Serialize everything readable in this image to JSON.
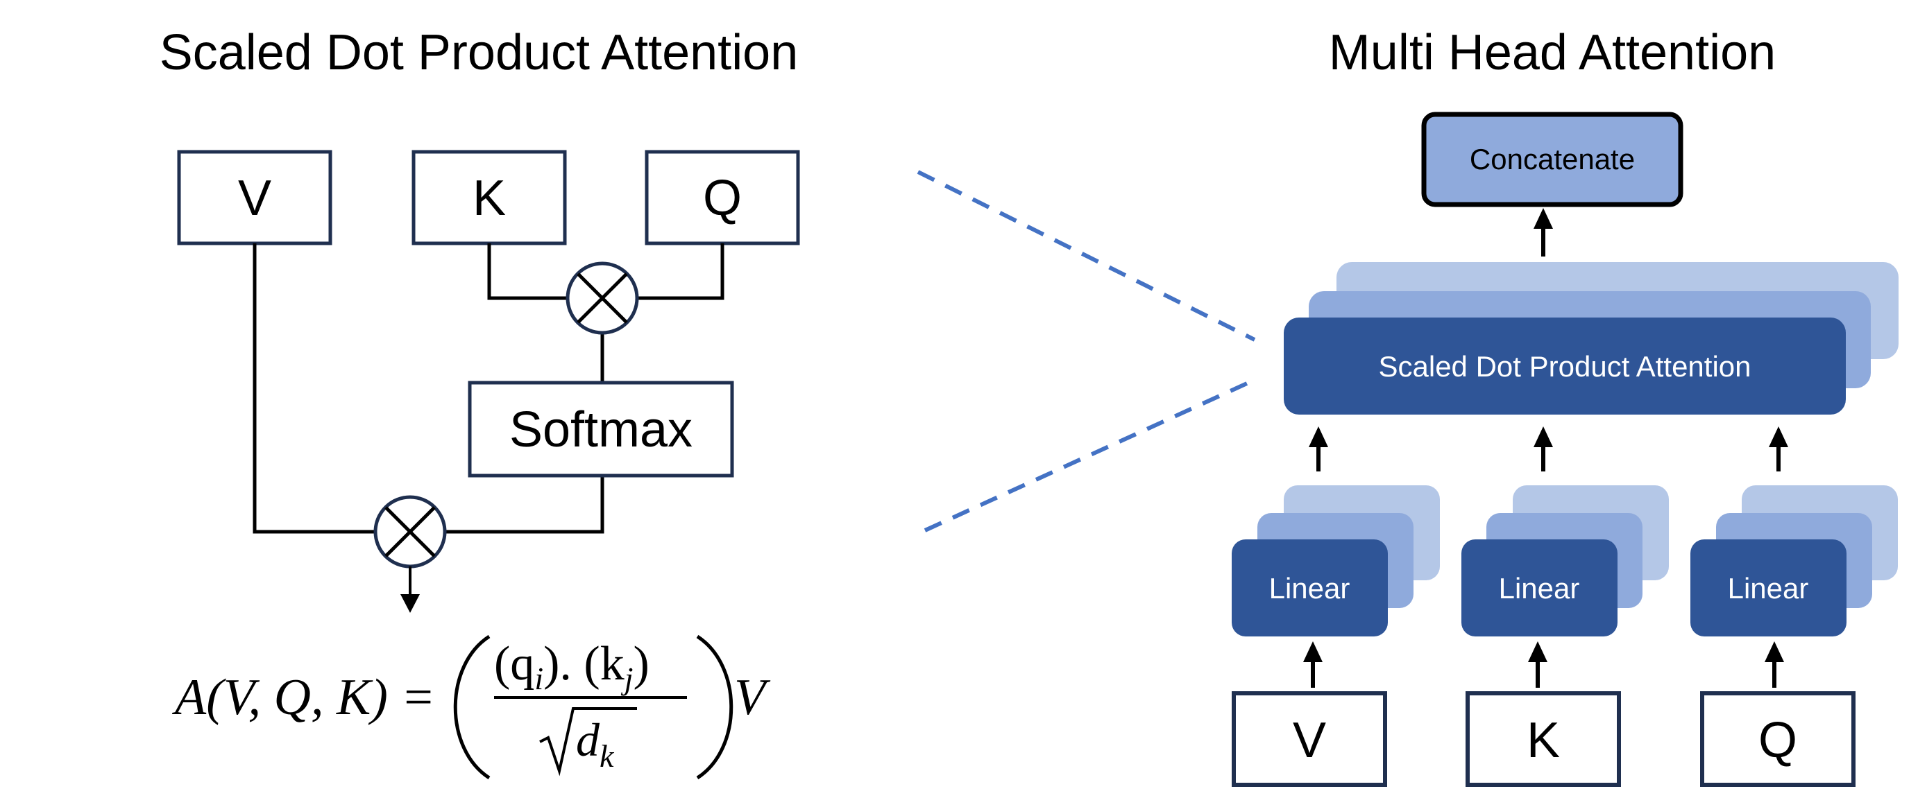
{
  "left": {
    "title": "Scaled Dot Product Attention",
    "box_v": "V",
    "box_k": "K",
    "box_q": "Q",
    "softmax": "Softmax",
    "formula": {
      "lhs": "A(V, Q, K) =",
      "numerator": "(q",
      "num_i": "i",
      "num_mid": "). (k",
      "num_j": "j",
      "num_end": ")",
      "den_d": "d",
      "den_k": "k",
      "rhs": "V"
    }
  },
  "right": {
    "title": "Multi Head Attention",
    "concatenate": "Concatenate",
    "sdpa": "Scaled Dot Product Attention",
    "linear_1": "Linear",
    "linear_2": "Linear",
    "linear_3": "Linear",
    "input_v": "V",
    "input_k": "K",
    "input_q": "Q"
  },
  "colors": {
    "box_border": "#1f2f4f",
    "dark_blue": "#2f5597",
    "mid_blue": "#8faadc",
    "light_blue": "#b4c7e7",
    "dashed": "#4472c4"
  }
}
